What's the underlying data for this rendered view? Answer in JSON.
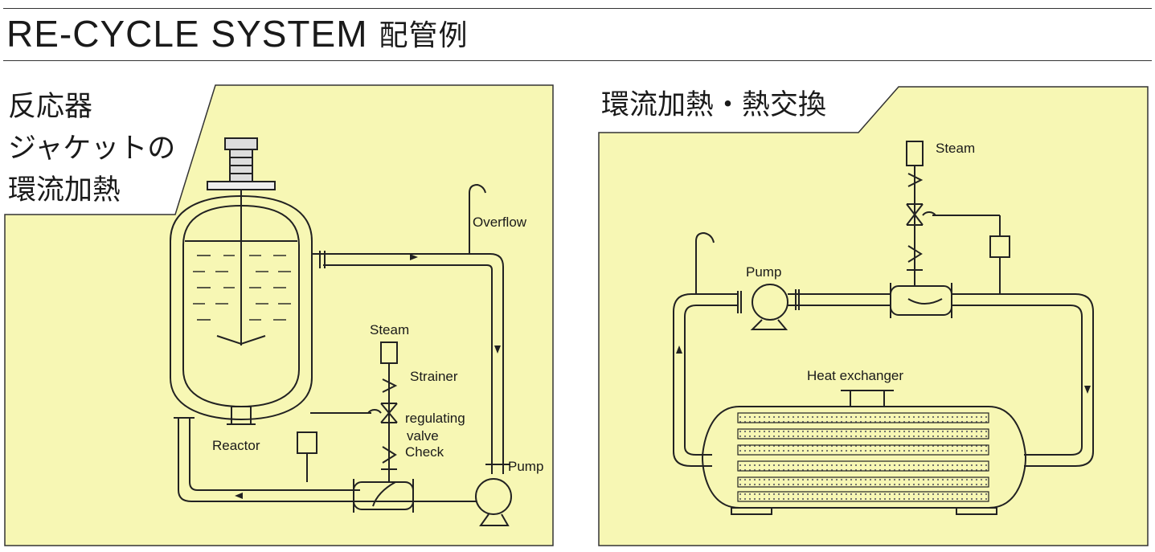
{
  "page": {
    "title": "RE-CYCLE SYSTEM",
    "title_jp": "配管例"
  },
  "left_panel": {
    "heading_lines": [
      "反応器",
      "ジャケットの",
      "環流加熱"
    ],
    "labels": {
      "overflow": "Overflow",
      "steam": "Steam",
      "strainer": "Strainer",
      "regulating": "regulating",
      "valve": "valve",
      "check": "Check",
      "reactor": "Reactor",
      "pump": "Pump"
    }
  },
  "right_panel": {
    "heading": "環流加熱・熱交換",
    "labels": {
      "steam": "Steam",
      "pump": "Pump",
      "heat_exchanger": "Heat exchanger"
    }
  },
  "colors": {
    "panel_fill": "#f7f7b4",
    "line": "#222222"
  }
}
